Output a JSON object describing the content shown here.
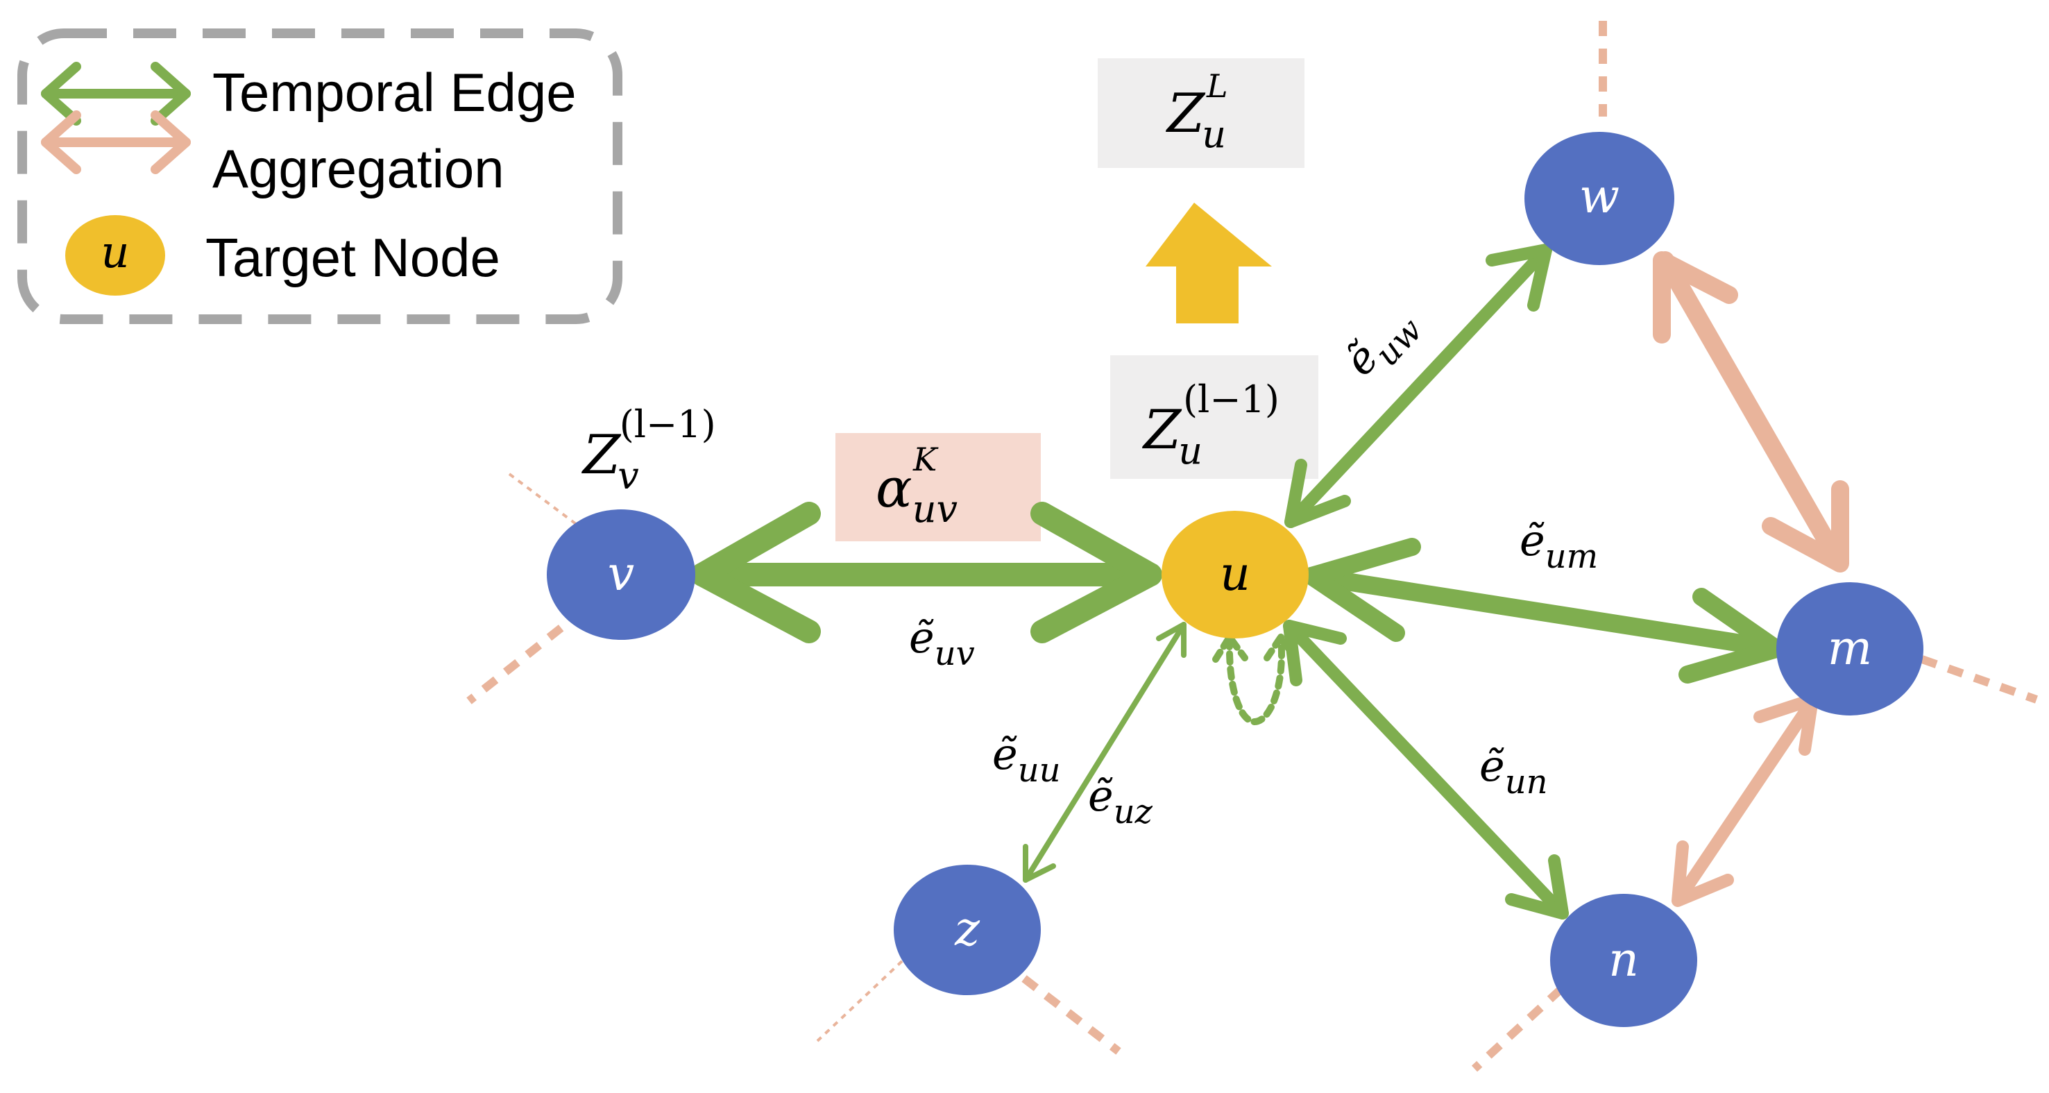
{
  "legend": {
    "temporal_edge": "Temporal Edge",
    "aggregation": "Aggregation",
    "target_symbol": "u",
    "target_node": "Target Node"
  },
  "colors": {
    "temporal_edge": "#7fae4f",
    "aggregation": "#e9b49b",
    "node": "#5470c1",
    "target": "#f0bf2c",
    "box_gray": "#efeeee",
    "box_pink": "#f6d9cf",
    "legend_border": "#a6a6a6"
  },
  "nodes": {
    "u": "u",
    "v": "v",
    "w": "w",
    "m": "m",
    "n": "n",
    "z": "z"
  },
  "labels": {
    "ZuL": {
      "base": "Z",
      "sub": "u",
      "sup": "L"
    },
    "Zul1": {
      "base": "Z",
      "sub": "u",
      "sup": "(l−1)"
    },
    "Zvl1": {
      "base": "Z",
      "sub": "v",
      "sup": "(l−1)"
    },
    "alpha": {
      "base": "α",
      "sub": "uv",
      "sup": "K"
    }
  },
  "edges": {
    "uv": {
      "base": "ẽ",
      "sub": "uv"
    },
    "uw": {
      "base": "ẽ",
      "sub": "uw"
    },
    "um": {
      "base": "ẽ",
      "sub": "um"
    },
    "un": {
      "base": "ẽ",
      "sub": "un"
    },
    "uu": {
      "base": "ẽ",
      "sub": "uu"
    },
    "uz": {
      "base": "ẽ",
      "sub": "uz"
    }
  }
}
